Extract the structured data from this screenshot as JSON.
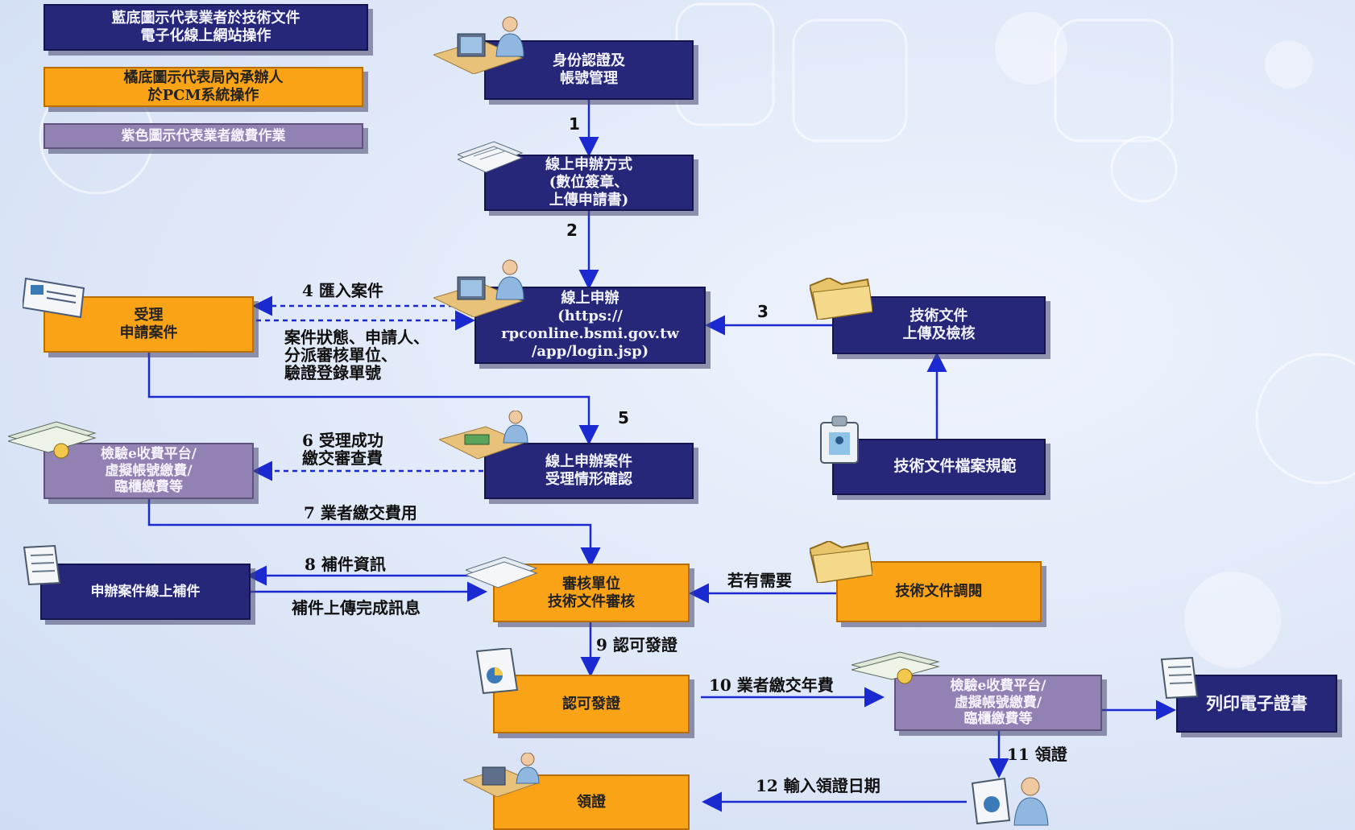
{
  "legend": {
    "blue": "藍底圖示代表業者於技術文件\n電子化線上網站操作",
    "orange": "橘底圖示代表局內承辦人\n於PCM系統操作",
    "purple": "紫色圖示代表業者繳費作業"
  },
  "boxes": {
    "identity": "身份認證及\n帳號管理",
    "online_method": "線上申辦方式\n(數位簽章、\n上傳申請書)",
    "online_apply": "線上申辦\n(https://\nrpconline.bsmi.gov.tw\n/app/login.jsp)",
    "accept": "受理\n申請案件",
    "tech_upload": "技術文件\n上傳及檢核",
    "tech_spec": "技術文件檔案規範",
    "payment1": "檢驗e收費平台/\n虛擬帳號繳費/\n臨櫃繳費等",
    "accept_confirm": "線上申辦案件\n受理情形確認",
    "supplement": "申辦案件線上補件",
    "review": "審核單位\n技術文件審核",
    "tech_consult": "技術文件調閱",
    "approve": "認可發證",
    "payment2": "檢驗e收費平台/\n虛擬帳號繳費/\n臨櫃繳費等",
    "print": "列印電子證書",
    "receive": "領證"
  },
  "labels": {
    "n1": "1",
    "n2": "2",
    "n3": "3",
    "n5": "5",
    "import": "4  匯入案件",
    "status": "案件狀態、申請人、\n分派審核單位、\n驗證登錄單號",
    "accepted": "6    受理成功\n     繳交審查費",
    "pay_fee": "7 業者繳交費用",
    "supp_info": "8  補件資訊",
    "supp_done": "補件上傳完成訊息",
    "if_needed": "若有需要",
    "approve_issue": "9  認可發證",
    "annual_fee": "10  業者繳交年費",
    "receive_cert": "11  領證",
    "input_date": "12  輸入領證日期"
  },
  "colors": {
    "blue": "#27277a",
    "orange": "#fba316",
    "purple": "#9281b3",
    "arrow": "#1a2ad0"
  },
  "icons": [
    "user-computer-icon",
    "documents-icon",
    "folder-icon",
    "card-icon",
    "money-stack-icon",
    "report-icon",
    "user-report-icon",
    "id-badge-icon"
  ]
}
